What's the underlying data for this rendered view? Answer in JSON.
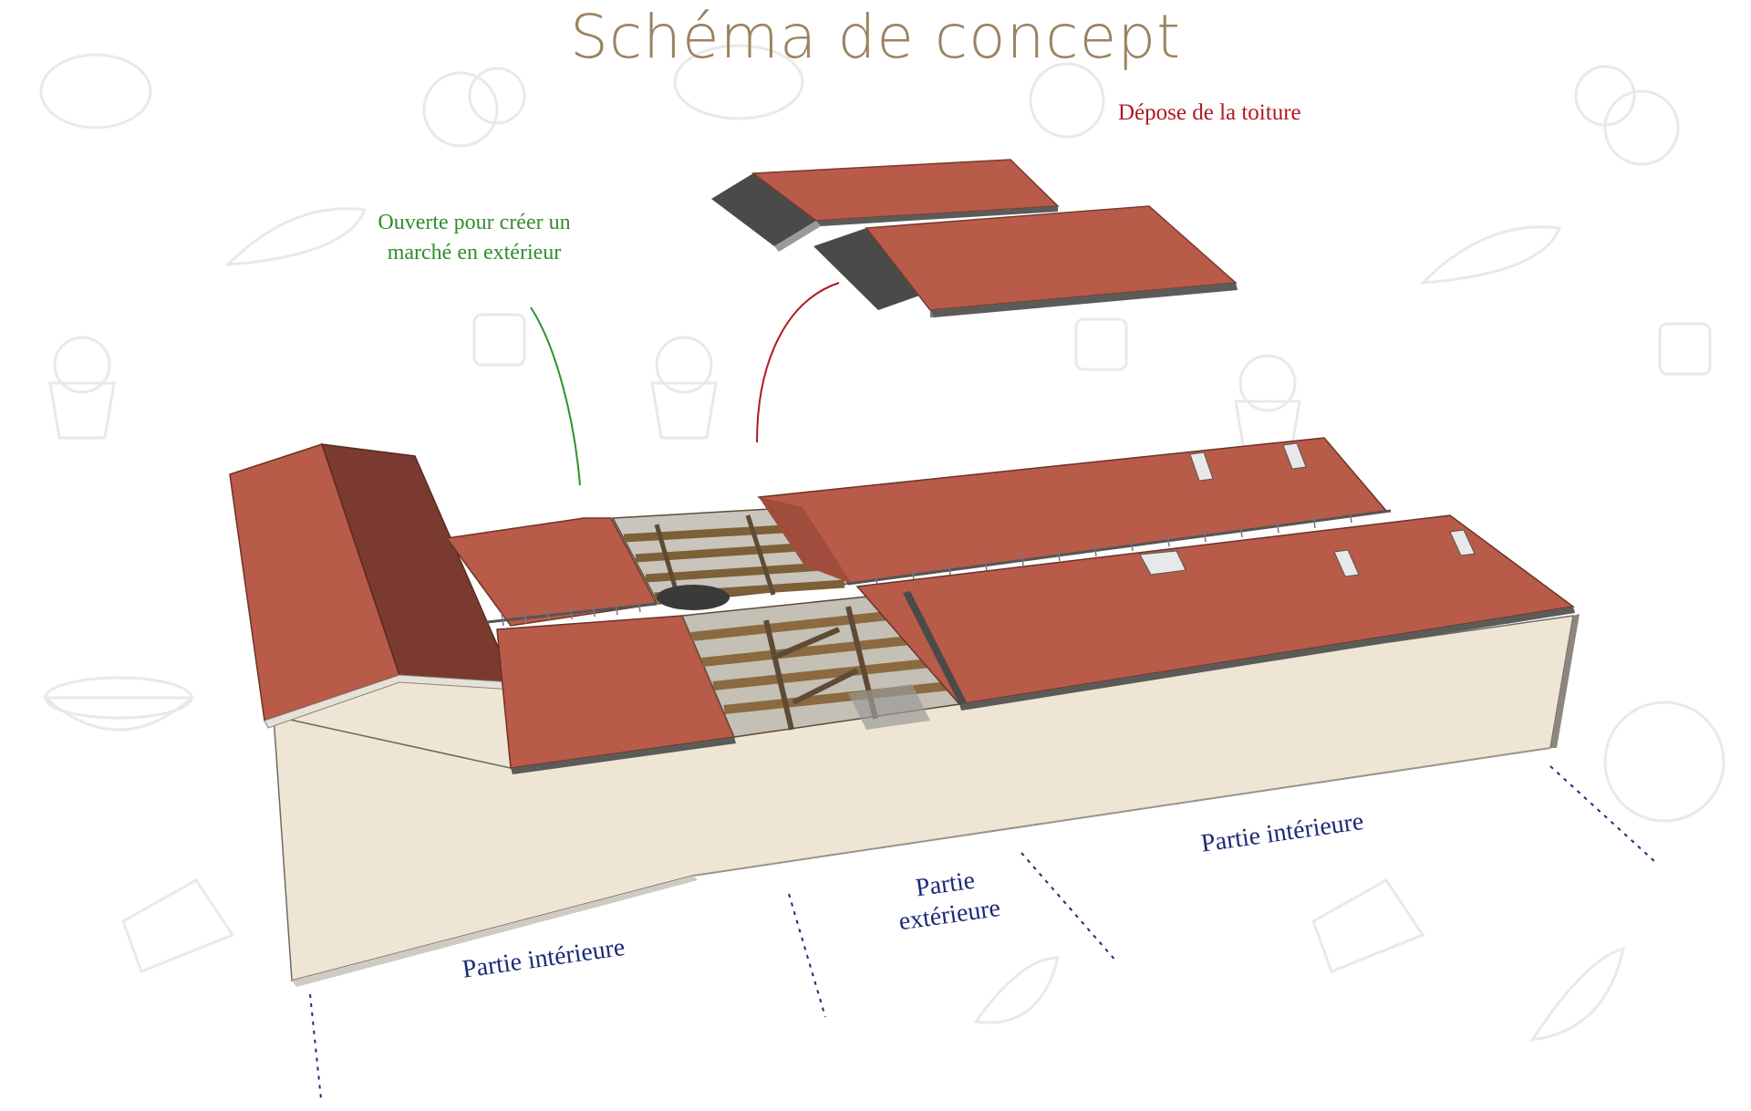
{
  "title": "Schéma de concept",
  "annotations": {
    "roof_removal": "Dépose de la toiture",
    "open_market": "Ouverte pour créer un marché en extérieur"
  },
  "zones": {
    "left_interior": "Partie intérieure",
    "exterior": "Partie extérieure",
    "right_interior": "Partie intérieure"
  },
  "colors": {
    "roof": "#b85b49",
    "roof_dark": "#7b3a30",
    "wall": "#efe5d4",
    "timber": "#9a7a4a",
    "title": "#9c8260",
    "annotation_red": "#b3181f",
    "annotation_green": "#2f8f2a",
    "zone_blue": "#1c2a78"
  }
}
